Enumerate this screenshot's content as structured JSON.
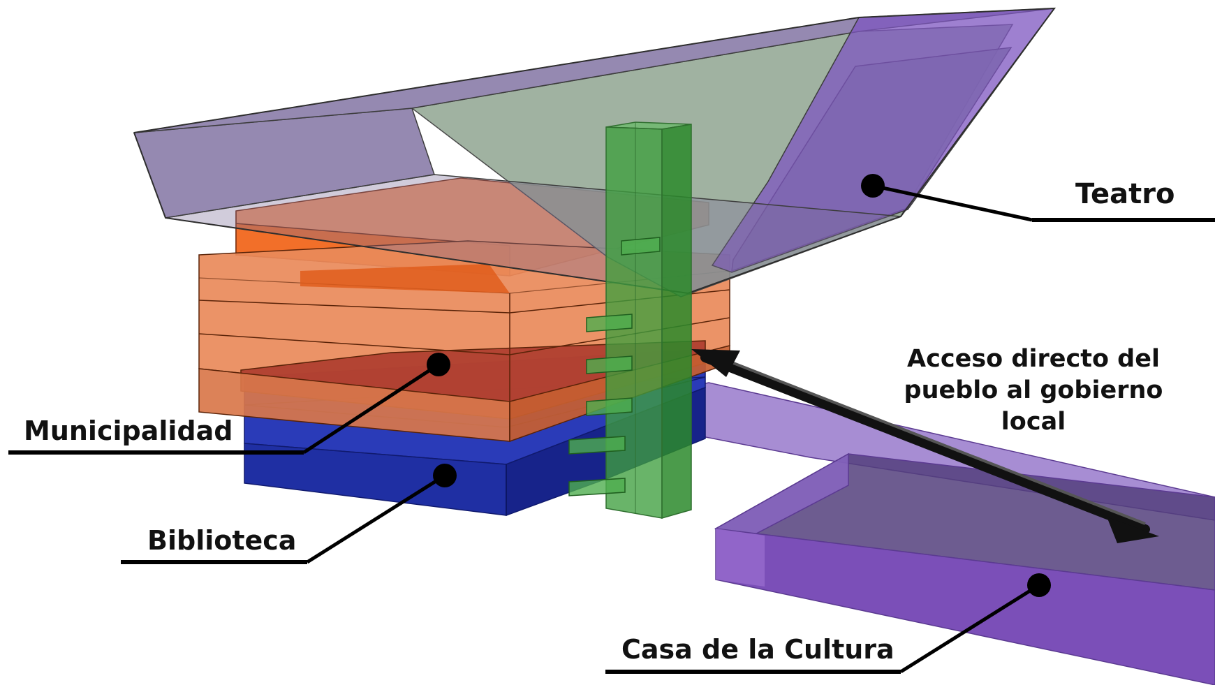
{
  "labels": {
    "teatro": "Teatro",
    "municipalidad": "Municipalidad",
    "biblioteca": "Biblioteca",
    "casa_cultura": "Casa de la Cultura",
    "acceso_line1": "Acceso directo del",
    "acceso_line2": "pueblo al gobierno local"
  },
  "colors": {
    "teatro": "#7f6fa0",
    "teatro_floor": "#8fa590",
    "municipalidad": "#e07b45",
    "municipalidad_dark": "#c24a14",
    "biblioteca": "#1d2d9e",
    "casa_cultura": "#7a4fb8",
    "circulation_core": "#3c9d3c",
    "arrow": "#1a1a1a",
    "leader_line": "#000000"
  }
}
